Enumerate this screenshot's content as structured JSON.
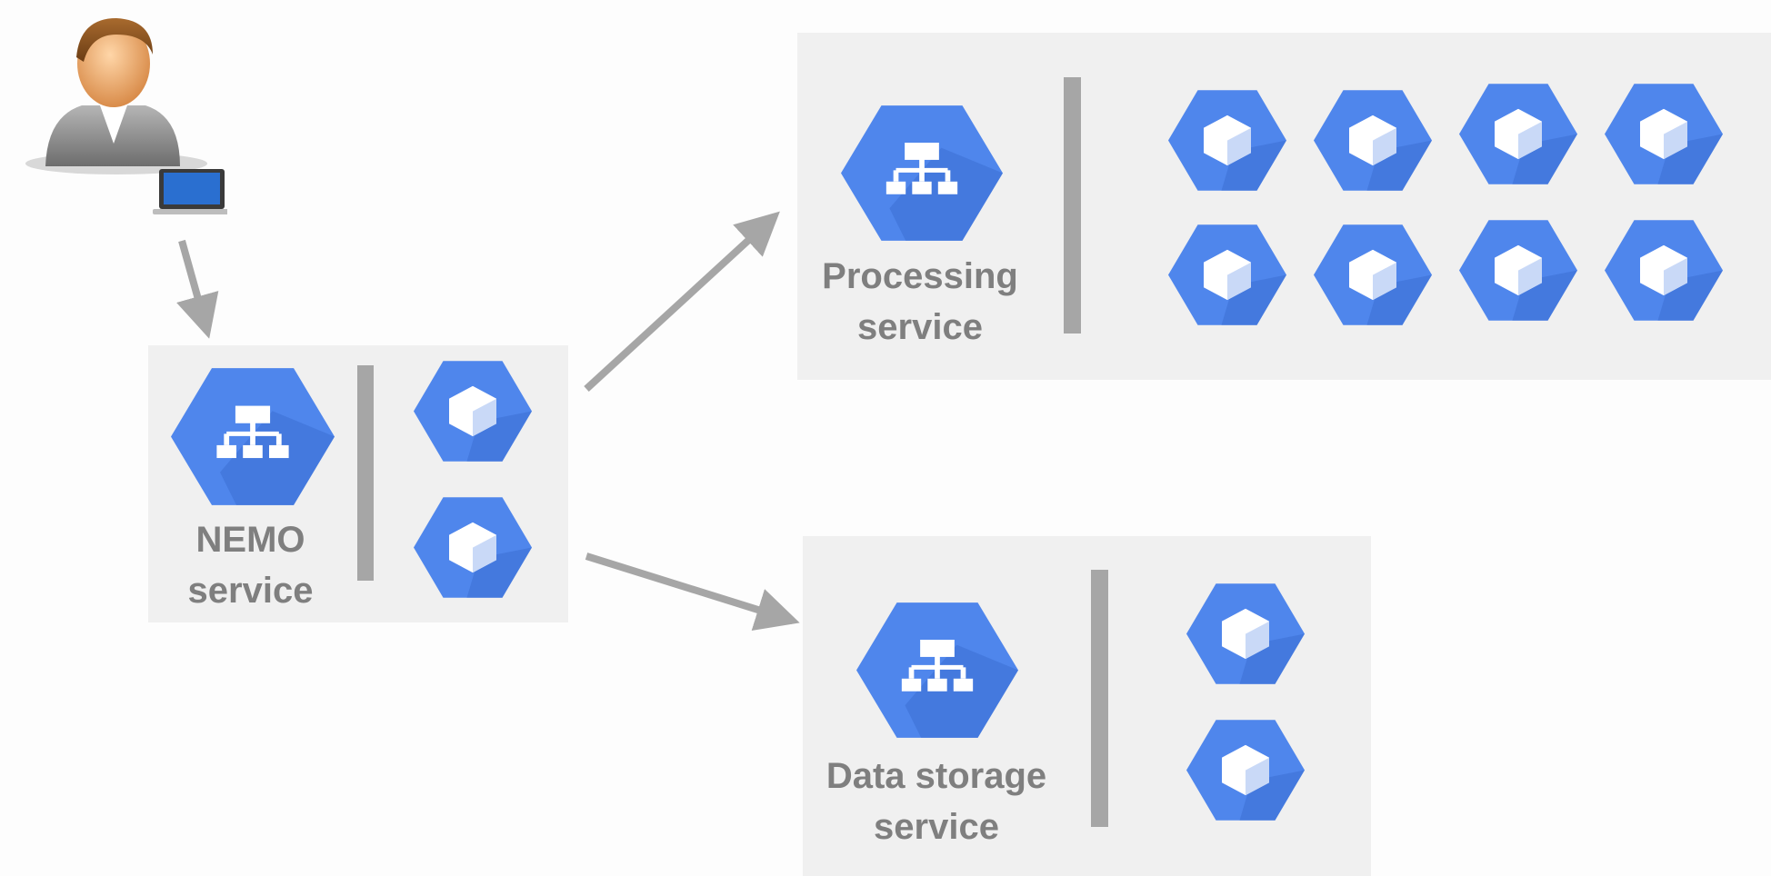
{
  "user": {
    "icon": "user-with-laptop-icon"
  },
  "services": {
    "nemo": {
      "label_line1": "NEMO",
      "label_line2": "service",
      "main_icon": "load-balancer-hexagon-icon",
      "instance_icon": "compute-instance-cube-icon",
      "instance_count": 2
    },
    "processing": {
      "label_line1": "Processing",
      "label_line2": "service",
      "main_icon": "load-balancer-hexagon-icon",
      "instance_icon": "compute-instance-cube-icon",
      "instance_count": 8
    },
    "storage": {
      "label_line1": "Data storage",
      "label_line2": "service",
      "main_icon": "load-balancer-hexagon-icon",
      "instance_icon": "compute-instance-cube-icon",
      "instance_count": 2
    }
  },
  "colors": {
    "hex_blue": "#4f86ec",
    "hex_shadow": "#3c6fd3",
    "arrow": "#a6a6a6",
    "panel": "#f0f0f0",
    "label": "#7f7f7f"
  }
}
